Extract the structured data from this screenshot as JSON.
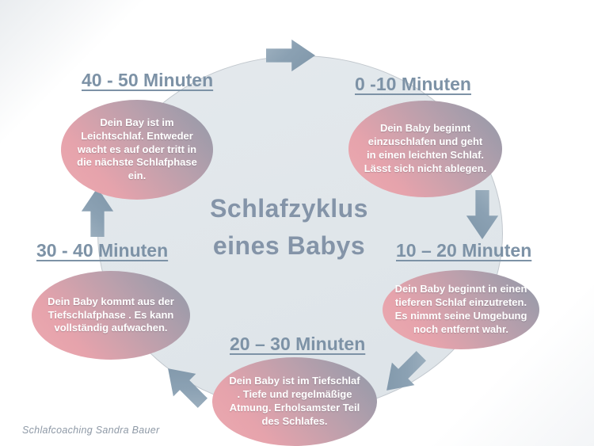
{
  "diagram": {
    "title_line1": "Schlafzyklus",
    "title_line2": "eines Babys",
    "footer": "Schlafcoaching Sandra Bauer"
  },
  "stages": [
    {
      "time": "0 -10 Minuten",
      "description": "Dein Baby beginnt einzuschlafen und geht in einen leichten Schlaf. Lässt sich nicht ablegen."
    },
    {
      "time": "10 – 20 Minuten",
      "description": "Dein Baby beginnt in einen tieferen Schlaf einzutreten. Es nimmt seine Umgebung noch entfernt wahr."
    },
    {
      "time": "20 – 30 Minuten",
      "description": "Dein Baby ist im Tiefschlaf . Tiefe und regelmäßige Atmung. Erholsamster Teil des Schlafes."
    },
    {
      "time": "30 - 40 Minuten",
      "description": "Dein Baby kommt aus der Tiefschlafphase . Es kann vollständig aufwachen."
    },
    {
      "time": "40 - 50 Minuten",
      "description": "Dein Bay  ist im Leichtschlaf. Entweder wacht  es auf oder tritt in die nächste Schlafphase ein."
    }
  ],
  "icons": {
    "top": "arrow-right",
    "right": "arrow-down",
    "bottom_right": "arrow-down-left",
    "bottom_left": "arrow-up-left",
    "left": "arrow-up"
  },
  "colors": {
    "heading": "#7d92a6",
    "title": "#8494a8",
    "arrow": "#8ba1b3",
    "bubble_pink": "#eaa6ae",
    "bubble_gray": "#9b9baa",
    "bubble_text": "#ffffff",
    "circle_fill": "#e1e6ea"
  }
}
